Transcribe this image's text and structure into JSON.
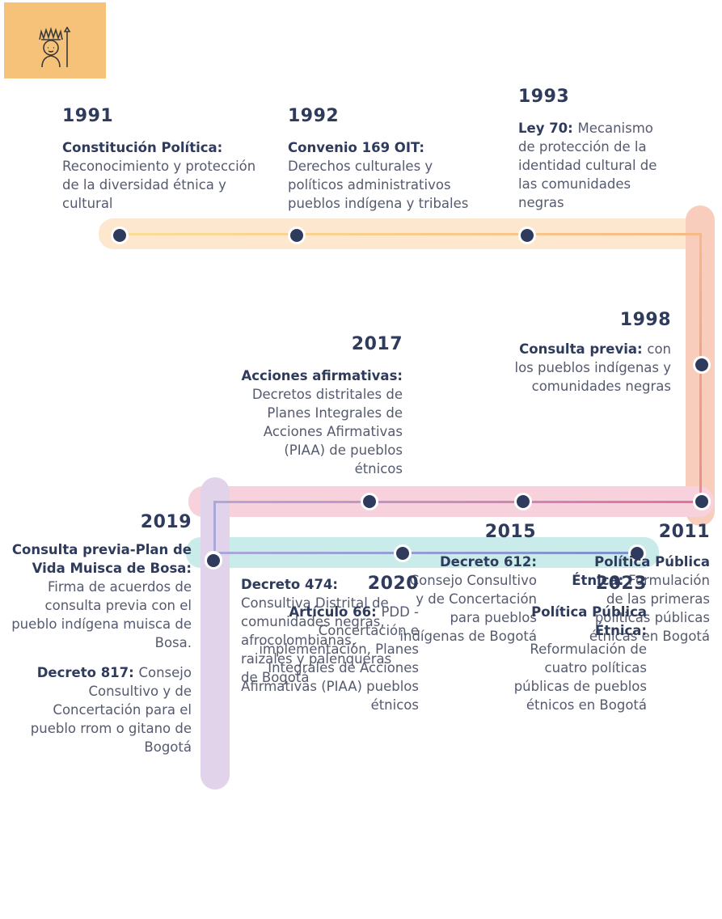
{
  "events": [
    {
      "year": "1991",
      "title": "Constitución Política:",
      "text": "Reconocimiento y protección de la diversidad étnica y cultural"
    },
    {
      "year": "1992",
      "title": "Convenio 169 OIT:",
      "text": "Derechos culturales y políticos administrativos pueblos indígena y tribales"
    },
    {
      "year": "1993",
      "title": "Ley 70:",
      "text": "Mecanismo de protección de la identidad cultural de las comunidades negras"
    },
    {
      "year": "1998",
      "title": "Consulta previa:",
      "text": "con los pueblos indígenas y comunidades negras"
    },
    {
      "year": "2017",
      "title": "Acciones afirmativas:",
      "text": "Decretos distritales de Planes Integrales de Acciones Afirmativas (PIAA) de pueblos étnicos"
    },
    {
      "year": "2011",
      "title": "Política Pública Étnica:",
      "text": "Formulación de las primeras políticas públicas étnicas en Bogotá"
    },
    {
      "year": "2015",
      "title": "Decreto 612:",
      "text": "Consejo Consultivo y de Concertación para pueblos indígenas de Bogotá"
    },
    {
      "year": "2019",
      "title": "Consulta previa-Plan de Vida Muisca de Bosa:",
      "text": "Firma de acuerdos de consulta previa con el pueblo indígena muisca de Bosa.",
      "title2": "Decreto 817:",
      "text2": "Consejo Consultivo y de Concertación para el pueblo rrom o gitano de Bogotá"
    },
    {
      "year": "",
      "title": "Decreto 474:",
      "text": "Consultiva Distrital de comunidades negras, afrocolombianas, raizales y palenqueras de Bogotá"
    },
    {
      "year": "2020",
      "title": "Artículo 66:",
      "text": "PDD - Concertación e implementación, Planes Integrales de Acciones Afirmativas (PIAA) pueblos étnicos"
    },
    {
      "year": "2023",
      "title": "Política Pública Étnica:",
      "text": "Reformulación de cuatro políticas públicas de pueblos étnicos en Bogotá"
    }
  ],
  "icon": "indigenous-person-icon"
}
